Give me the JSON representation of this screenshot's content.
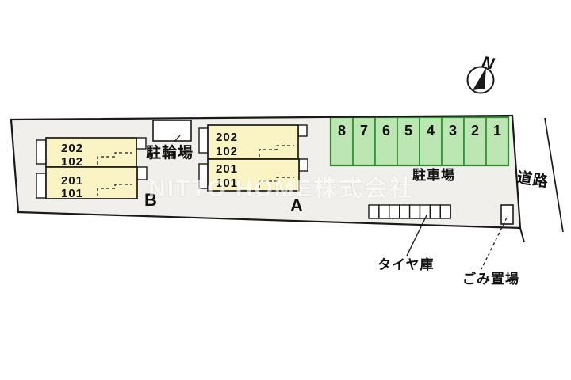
{
  "watermark": "NITTO HOME株式会社",
  "compass": {
    "north": "N"
  },
  "road": {
    "label": "道路"
  },
  "bicycle_parking": {
    "label": "駐輪場"
  },
  "car_parking": {
    "label": "駐車場",
    "stalls": [
      "8",
      "7",
      "6",
      "5",
      "4",
      "3",
      "2",
      "1"
    ]
  },
  "tire_storage": {
    "label": "タイヤ庫"
  },
  "garbage_area": {
    "label": "ごみ置場"
  },
  "buildings": [
    {
      "name": "B",
      "units": [
        {
          "upper": "202",
          "lower": "102"
        },
        {
          "upper": "201",
          "lower": "101"
        }
      ]
    },
    {
      "name": "A",
      "units": [
        {
          "upper": "202",
          "lower": "102"
        },
        {
          "upper": "201",
          "lower": "101"
        }
      ]
    }
  ],
  "colors": {
    "site_fill": "#f0efec",
    "building_fill": "#faf3c3",
    "parking_fill": "#bce7b2",
    "parking_border": "#2e8b2e",
    "line": "#1a1a1a"
  }
}
